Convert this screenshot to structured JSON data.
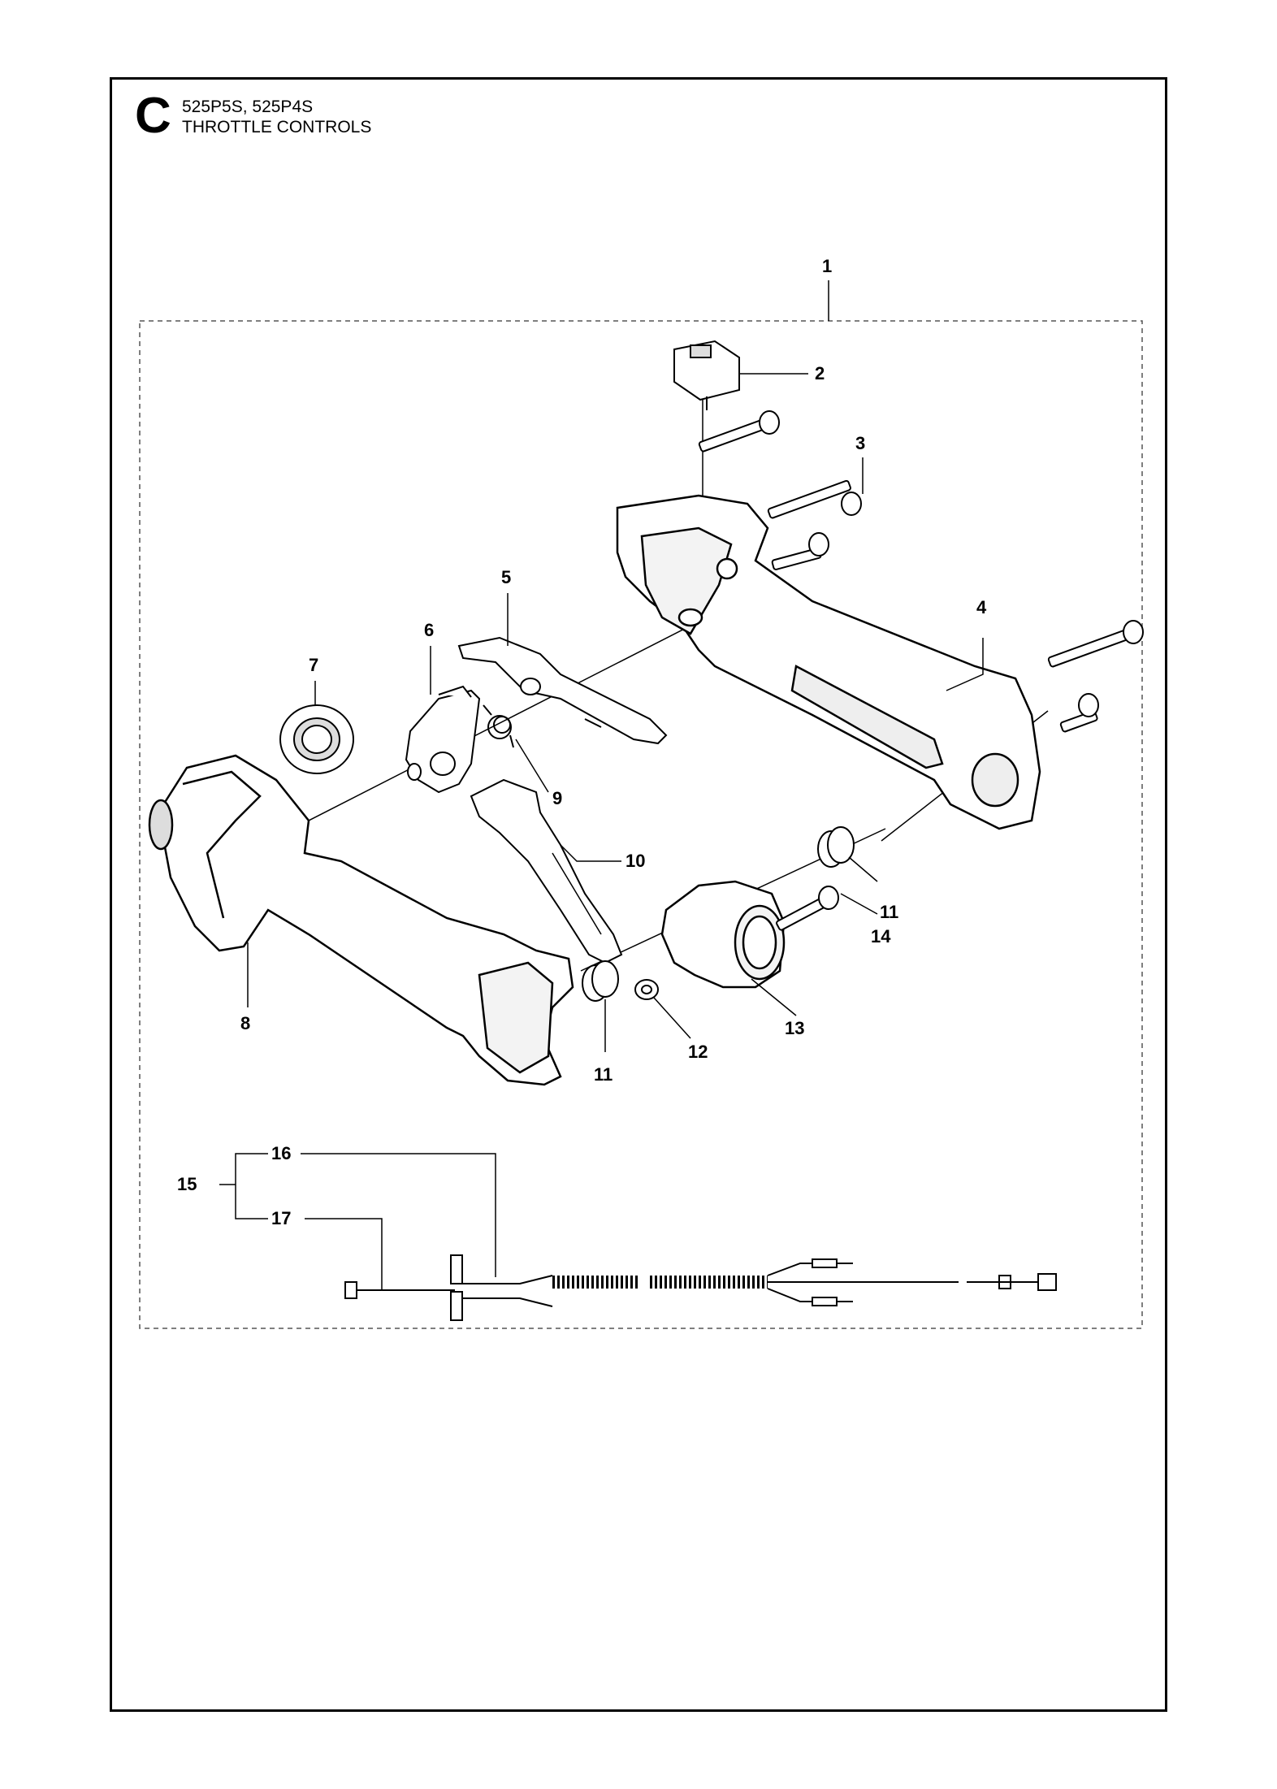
{
  "header": {
    "section_letter": "C",
    "models": "525P5S, 525P4S",
    "title": "THROTTLE CONTROLS"
  },
  "callouts": [
    "1",
    "2",
    "3",
    "4",
    "5",
    "6",
    "7",
    "8",
    "9",
    "10",
    "11",
    "11",
    "12",
    "13",
    "14",
    "15",
    "16",
    "17"
  ]
}
